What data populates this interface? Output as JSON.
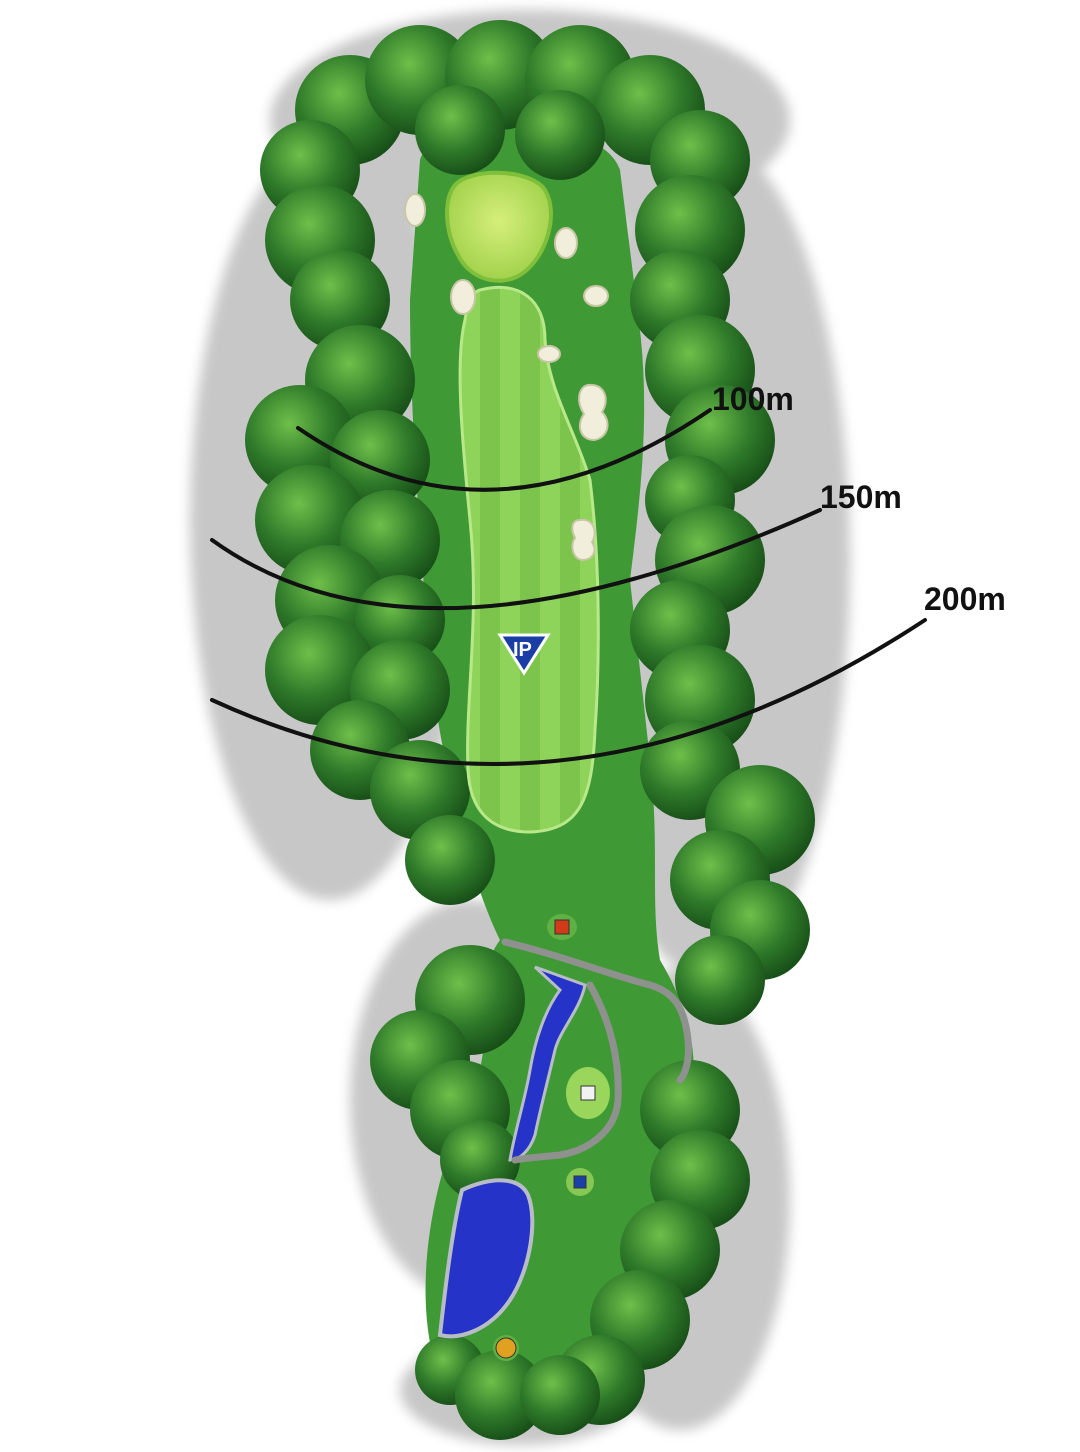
{
  "hole_map": {
    "distance_markers": [
      {
        "label": "100m"
      },
      {
        "label": "150m"
      },
      {
        "label": "200m"
      }
    ],
    "ip_marker": {
      "label": "IP"
    },
    "tee_markers": [
      {
        "name": "red",
        "color": "#d23a1a"
      },
      {
        "name": "white",
        "color": "#f2f2f2"
      },
      {
        "name": "blue",
        "color": "#1b3fa8"
      },
      {
        "name": "gold",
        "color": "#e0a020"
      }
    ]
  },
  "colors": {
    "trees": "#2f7a2a",
    "rough": "#3f9a35",
    "fairway": "#8fd45a",
    "green": "#b8e05a",
    "bunker": "#f1efdc",
    "water": "#2533c9",
    "cart_path": "#8e918e"
  }
}
